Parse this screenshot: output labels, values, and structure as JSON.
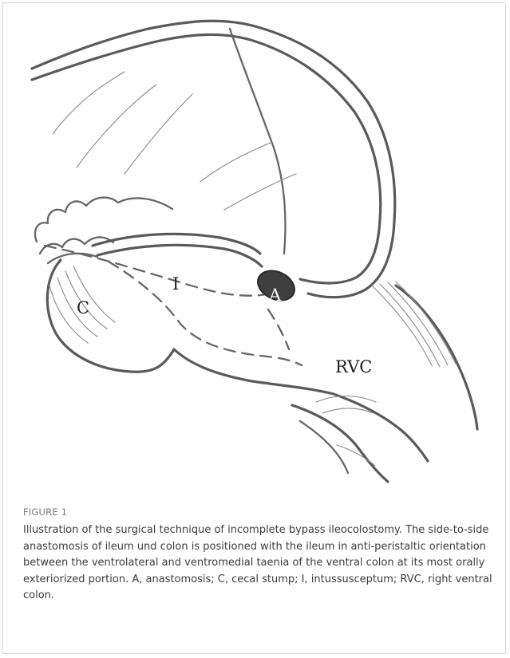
{
  "figure": {
    "number_label": "FIGURE 1",
    "caption": "Illustration of the surgical technique of incomplete bypass ileocolostomy. The side-to-side anastomosis of ileum und colon is positioned with the ileum in anti-peristaltic orientation between the ventrolateral and ventromedial taenia of the ventral colon at its most orally exteriorized portion. A, anastomosis; C, cecal stump; I, intussusceptum; RVC, right ventral colon."
  },
  "illustration": {
    "labels": {
      "anastomosis": "A",
      "cecal_stump": "C",
      "intussusceptum": "I",
      "right_ventral_colon": "RVC"
    },
    "style": {
      "line_color": "#5a5a5a",
      "anastomosis_fill": "#3f3f3f"
    }
  }
}
